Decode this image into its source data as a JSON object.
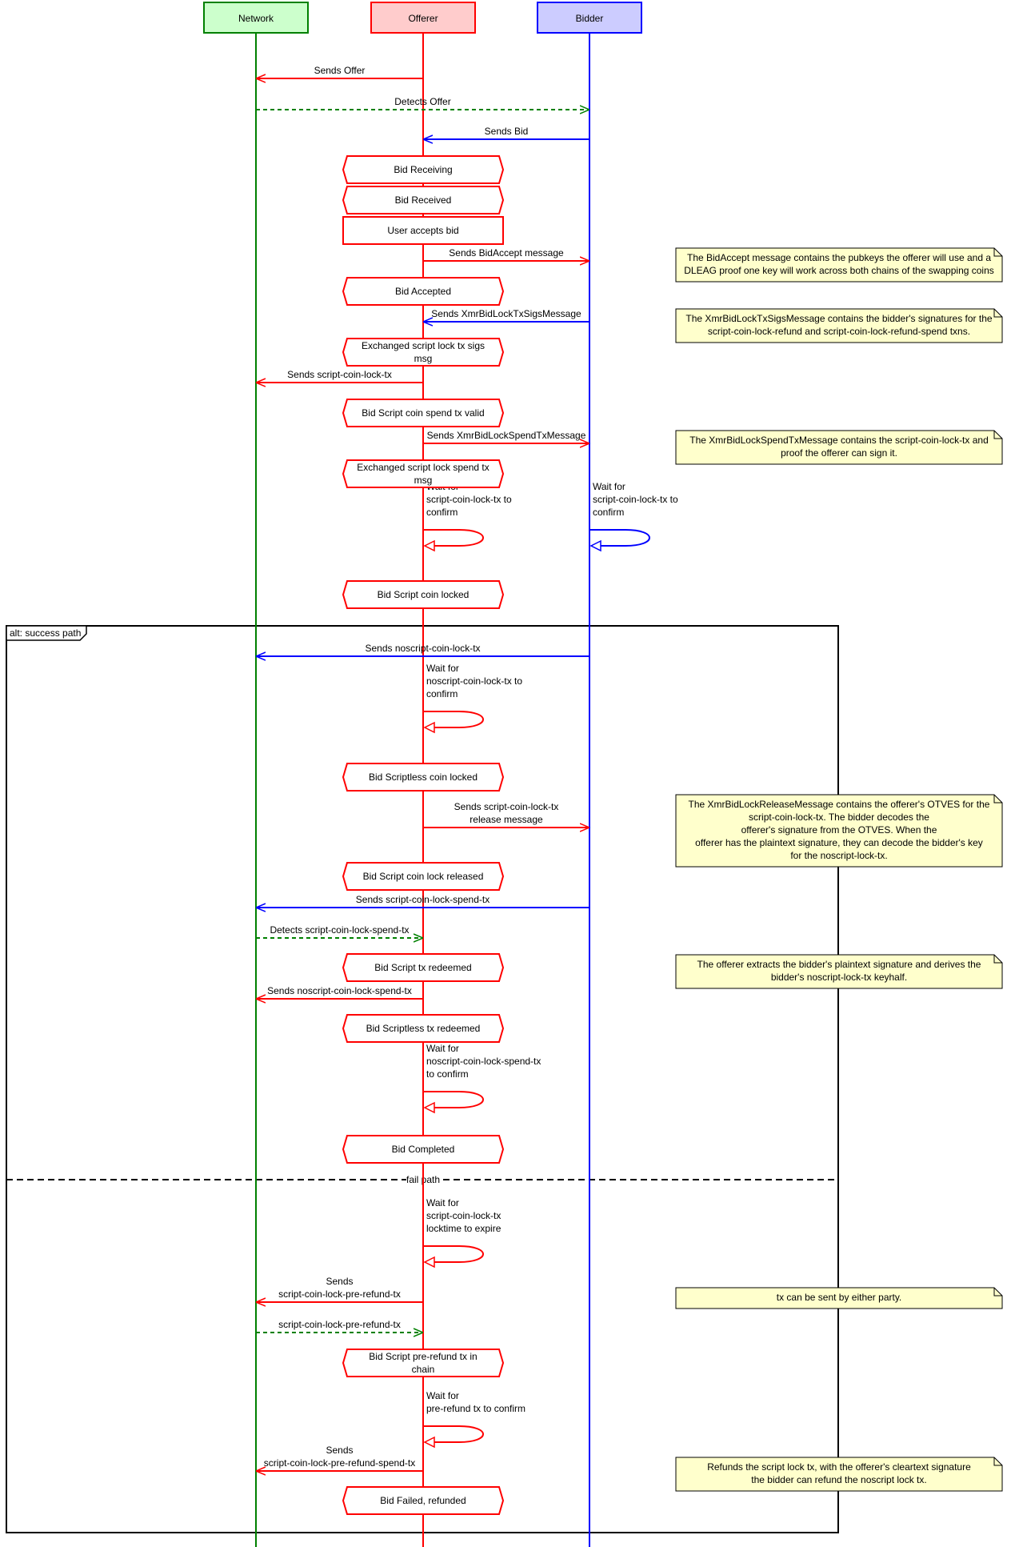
{
  "participants": [
    {
      "name": "Network",
      "color": "#008000",
      "fill": "#ccffcc"
    },
    {
      "name": "Offerer",
      "color": "#ff0000",
      "fill": "#ffcccc"
    },
    {
      "name": "Bidder",
      "color": "#0000ff",
      "fill": "#ccccff"
    }
  ],
  "alt": {
    "label": "alt: success path",
    "else_label": "fail path"
  },
  "messages": [
    {
      "from": "Offerer",
      "to": "Network",
      "label": "Sends Offer",
      "dashed": false
    },
    {
      "from": "Network",
      "to": "Bidder",
      "label": "Detects Offer",
      "dashed": true
    },
    {
      "from": "Bidder",
      "to": "Offerer",
      "label": "Sends Bid",
      "dashed": false
    },
    {
      "from": "Offerer",
      "to": "Bidder",
      "label": "Sends BidAccept message",
      "dashed": false
    },
    {
      "from": "Bidder",
      "to": "Offerer",
      "label": "Sends XmrBidLockTxSigsMessage",
      "dashed": false
    },
    {
      "from": "Offerer",
      "to": "Network",
      "label": "Sends script-coin-lock-tx",
      "dashed": false
    },
    {
      "from": "Offerer",
      "to": "Bidder",
      "label": "Sends XmrBidLockSpendTxMessage",
      "dashed": false
    },
    {
      "from": "Bidder",
      "to": "Network",
      "label": "Sends noscript-coin-lock-tx",
      "dashed": false
    },
    {
      "from": "Offerer",
      "to": "Bidder",
      "label": "Sends script-coin-lock-tx\nrelease message",
      "dashed": false
    },
    {
      "from": "Bidder",
      "to": "Network",
      "label": "Sends script-coin-lock-spend-tx",
      "dashed": false
    },
    {
      "from": "Network",
      "to": "Offerer",
      "label": "Detects script-coin-lock-spend-tx",
      "dashed": true
    },
    {
      "from": "Offerer",
      "to": "Network",
      "label": "Sends noscript-coin-lock-spend-tx",
      "dashed": false
    },
    {
      "from": "Offerer",
      "to": "Network",
      "label": "Sends\nscript-coin-lock-pre-refund-tx",
      "dashed": false
    },
    {
      "from": "Network",
      "to": "Offerer",
      "label": "script-coin-lock-pre-refund-tx",
      "dashed": true
    },
    {
      "from": "Offerer",
      "to": "Network",
      "label": "Sends\nscript-coin-lock-pre-refund-spend-tx",
      "dashed": false
    }
  ],
  "self_messages": [
    {
      "lane": "Offerer",
      "label": "Wait for\nscript-coin-lock-tx to\nconfirm"
    },
    {
      "lane": "Bidder",
      "label": "Wait for\nscript-coin-lock-tx to\nconfirm"
    },
    {
      "lane": "Offerer",
      "label": "Wait for\nnoscript-coin-lock-tx to\nconfirm"
    },
    {
      "lane": "Offerer",
      "label": "Wait for\nnoscript-coin-lock-spend-tx\nto confirm"
    },
    {
      "lane": "Offerer",
      "label": "Wait for\nscript-coin-lock-tx\nlocktime to expire"
    },
    {
      "lane": "Offerer",
      "label": "Wait for\npre-refund tx to confirm"
    }
  ],
  "states": [
    {
      "label": "Bid Receiving",
      "shape": "hex"
    },
    {
      "label": "Bid Received",
      "shape": "hex"
    },
    {
      "label": "User accepts bid",
      "shape": "rect"
    },
    {
      "label": "Bid Accepted",
      "shape": "hex"
    },
    {
      "label": "Exchanged script lock tx sigs\nmsg",
      "shape": "hex"
    },
    {
      "label": "Bid Script coin spend tx valid",
      "shape": "hex"
    },
    {
      "label": "Exchanged script lock spend tx\nmsg",
      "shape": "hex"
    },
    {
      "label": "Bid Script coin locked",
      "shape": "hex"
    },
    {
      "label": "Bid Scriptless coin locked",
      "shape": "hex"
    },
    {
      "label": "Bid Script coin lock released",
      "shape": "hex"
    },
    {
      "label": "Bid Script tx redeemed",
      "shape": "hex"
    },
    {
      "label": "Bid Scriptless tx redeemed",
      "shape": "hex"
    },
    {
      "label": "Bid Completed",
      "shape": "hex"
    },
    {
      "label": "Bid Script pre-refund tx in\nchain",
      "shape": "hex"
    },
    {
      "label": "Bid Failed, refunded",
      "shape": "hex"
    }
  ],
  "notes": [
    {
      "label": "The BidAccept message contains the pubkeys the offerer will use and a\nDLEAG proof one key will work across both chains of the swapping coins"
    },
    {
      "label": "The XmrBidLockTxSigsMessage contains the bidder's signatures for the\nscript-coin-lock-refund and script-coin-lock-refund-spend txns."
    },
    {
      "label": "The XmrBidLockSpendTxMessage contains the script-coin-lock-tx and\nproof the offerer can sign it."
    },
    {
      "label": "The XmrBidLockReleaseMessage contains the offerer's OTVES for the\nscript-coin-lock-tx. The bidder decodes the\nofferer's signature from the OTVES. When the\nofferer has the plaintext signature, they can decode the bidder's key\nfor the noscript-lock-tx."
    },
    {
      "label": "The offerer extracts the bidder's plaintext signature and derives the\nbidder's noscript-lock-tx keyhalf."
    },
    {
      "label": "tx can be sent by either party."
    },
    {
      "label": "Refunds the script lock tx, with the offerer's cleartext signature\nthe bidder can refund the noscript lock tx."
    }
  ],
  "colors": {
    "note_fill": "#ffffcc",
    "frame": "#000000"
  }
}
